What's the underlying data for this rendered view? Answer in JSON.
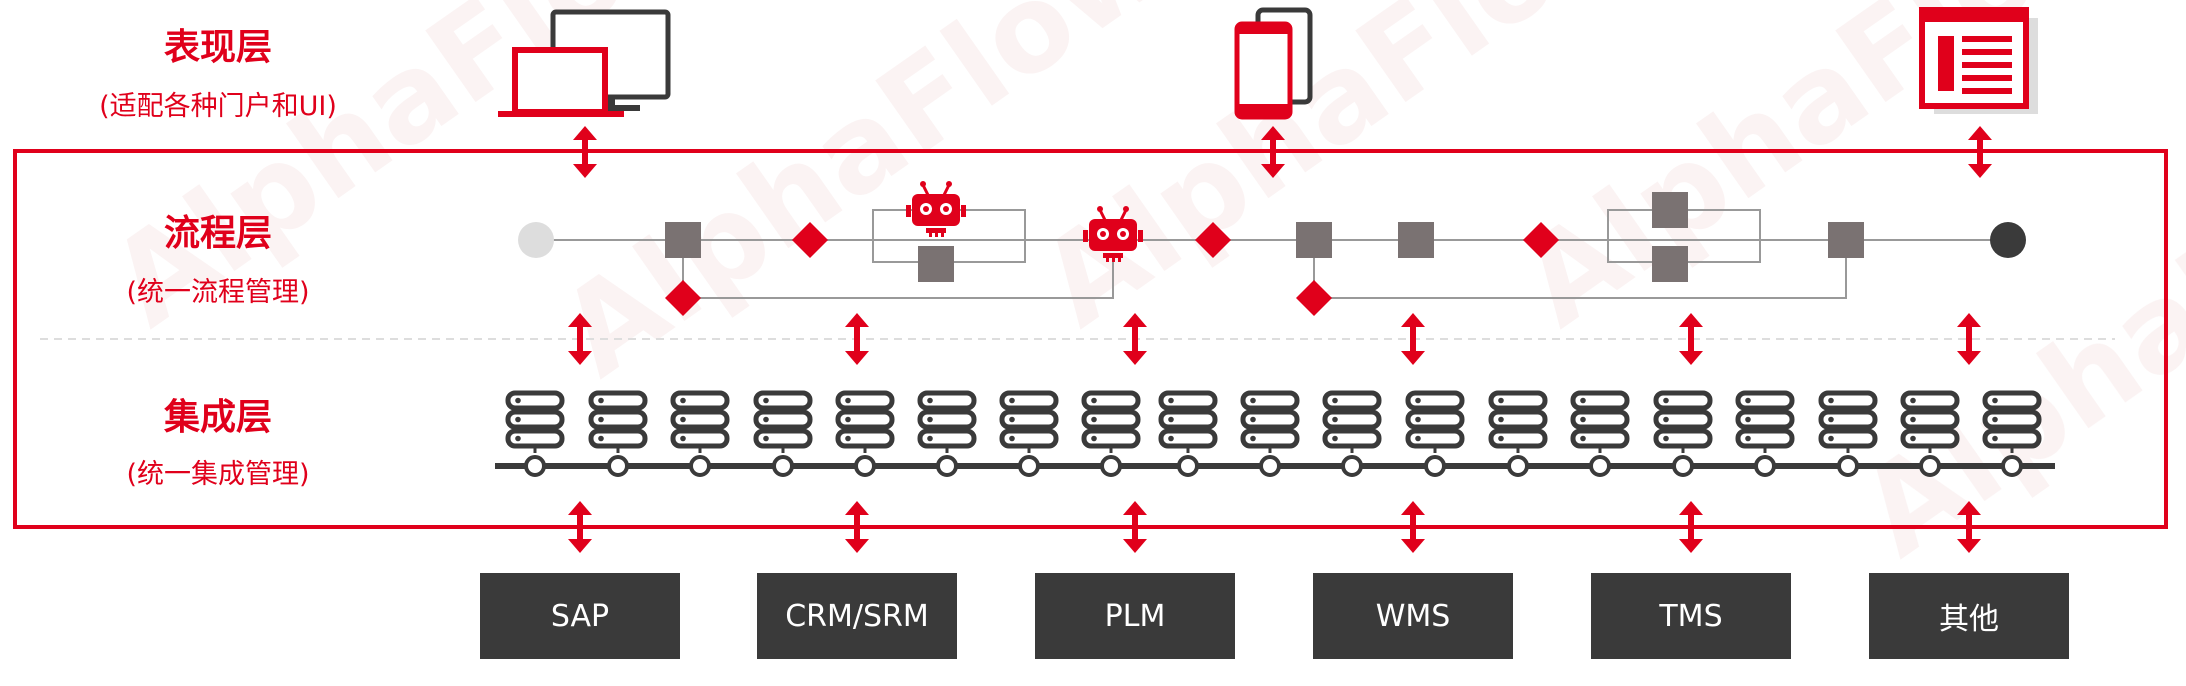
{
  "layers": {
    "presentation": {
      "title": "表现层",
      "subtitle": "(适配各种门户和UI)"
    },
    "process": {
      "title": "流程层",
      "subtitle": "(统一流程管理)"
    },
    "integration": {
      "title": "集成层",
      "subtitle": "(统一集成管理)"
    }
  },
  "systems": [
    "SAP",
    "CRM/SRM",
    "PLM",
    "WMS",
    "TMS",
    "其他"
  ],
  "watermark": "AlphaFlow",
  "colors": {
    "accent": "#e0001b",
    "dark": "#3a3a3a",
    "node": "#7a7272",
    "watermark": "#f4e3e3"
  },
  "icons": [
    "laptop-monitor-icon",
    "mobile-phone-icon",
    "web-page-icon",
    "robot-icon",
    "server-stack-icon"
  ]
}
